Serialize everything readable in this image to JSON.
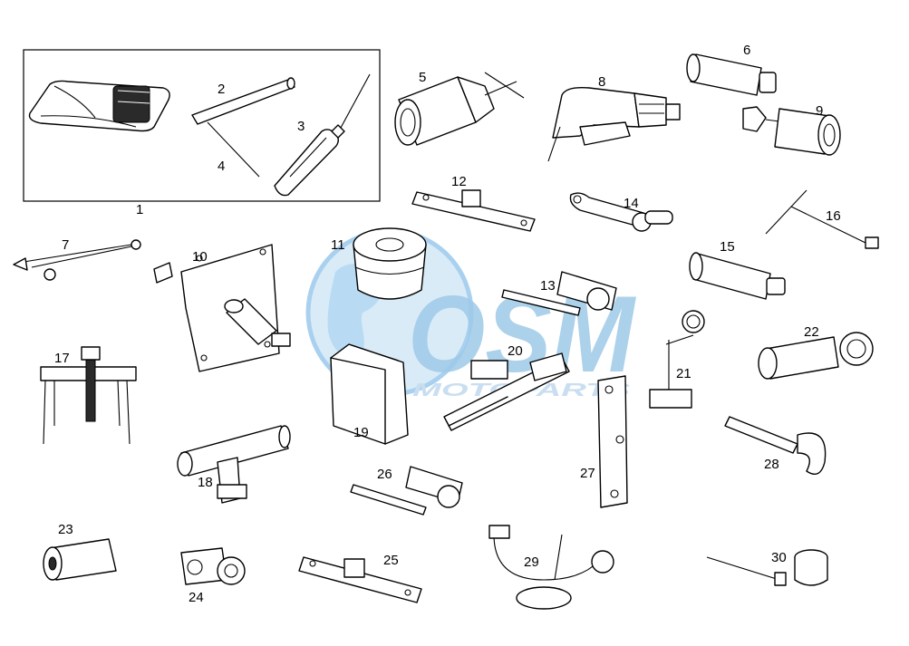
{
  "diagram": {
    "watermark": {
      "brand": "OSM",
      "sub": "MOTOPARTS",
      "primary_color": "#9ec9e8",
      "secondary_color": "#d7e8f5"
    },
    "colors": {
      "line": "#000000",
      "background": "#ffffff"
    },
    "callouts": [
      {
        "id": "1",
        "label": "1"
      },
      {
        "id": "2",
        "label": "2"
      },
      {
        "id": "3",
        "label": "3"
      },
      {
        "id": "4",
        "label": "4"
      },
      {
        "id": "5",
        "label": "5"
      },
      {
        "id": "6",
        "label": "6"
      },
      {
        "id": "7",
        "label": "7"
      },
      {
        "id": "8",
        "label": "8"
      },
      {
        "id": "9",
        "label": "9"
      },
      {
        "id": "10",
        "label": "10"
      },
      {
        "id": "11",
        "label": "11"
      },
      {
        "id": "12",
        "label": "12"
      },
      {
        "id": "13",
        "label": "13"
      },
      {
        "id": "14",
        "label": "14"
      },
      {
        "id": "15",
        "label": "15"
      },
      {
        "id": "16",
        "label": "16"
      },
      {
        "id": "17",
        "label": "17"
      },
      {
        "id": "18",
        "label": "18"
      },
      {
        "id": "19",
        "label": "19"
      },
      {
        "id": "20",
        "label": "20"
      },
      {
        "id": "21",
        "label": "21"
      },
      {
        "id": "22",
        "label": "22"
      },
      {
        "id": "23",
        "label": "23"
      },
      {
        "id": "24",
        "label": "24"
      },
      {
        "id": "25",
        "label": "25"
      },
      {
        "id": "26",
        "label": "26"
      },
      {
        "id": "27",
        "label": "27"
      },
      {
        "id": "28",
        "label": "28"
      },
      {
        "id": "29",
        "label": "29"
      },
      {
        "id": "30",
        "label": "30"
      }
    ]
  }
}
